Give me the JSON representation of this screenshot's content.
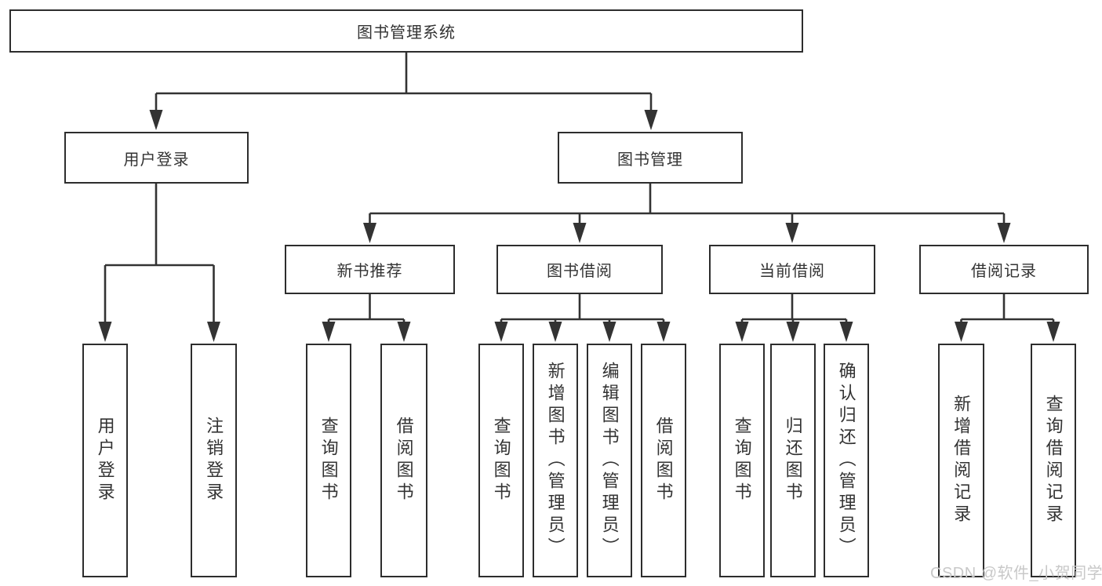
{
  "diagram": {
    "root_label": "图书管理系统",
    "level2": {
      "user_login": {
        "label": "用户登录"
      },
      "book_management": {
        "label": "图书管理"
      }
    },
    "user_login_children": [
      "用户登录",
      "注销登录"
    ],
    "sections": {
      "new_book_recommend": {
        "label": "新书推荐",
        "children": [
          "查询图书",
          "借阅图书"
        ]
      },
      "book_borrow": {
        "label": "图书借阅",
        "children": [
          "查询图书",
          "新增图书（管理员）",
          "编辑图书（管理员）",
          "借阅图书"
        ]
      },
      "current_borrow": {
        "label": "当前借阅",
        "children": [
          "查询图书",
          "归还图书",
          "确认归还（管理员）"
        ]
      },
      "borrow_records": {
        "label": "借阅记录",
        "children": [
          "新增借阅记录",
          "查询借阅记录"
        ]
      }
    }
  },
  "watermark": {
    "text": "CSDN @软件_小贺同学",
    "color": "#c8c8c8"
  },
  "colors": {
    "line": "#333333",
    "box_border": "#2d2d2d",
    "text": "#333333",
    "background": "#ffffff"
  }
}
